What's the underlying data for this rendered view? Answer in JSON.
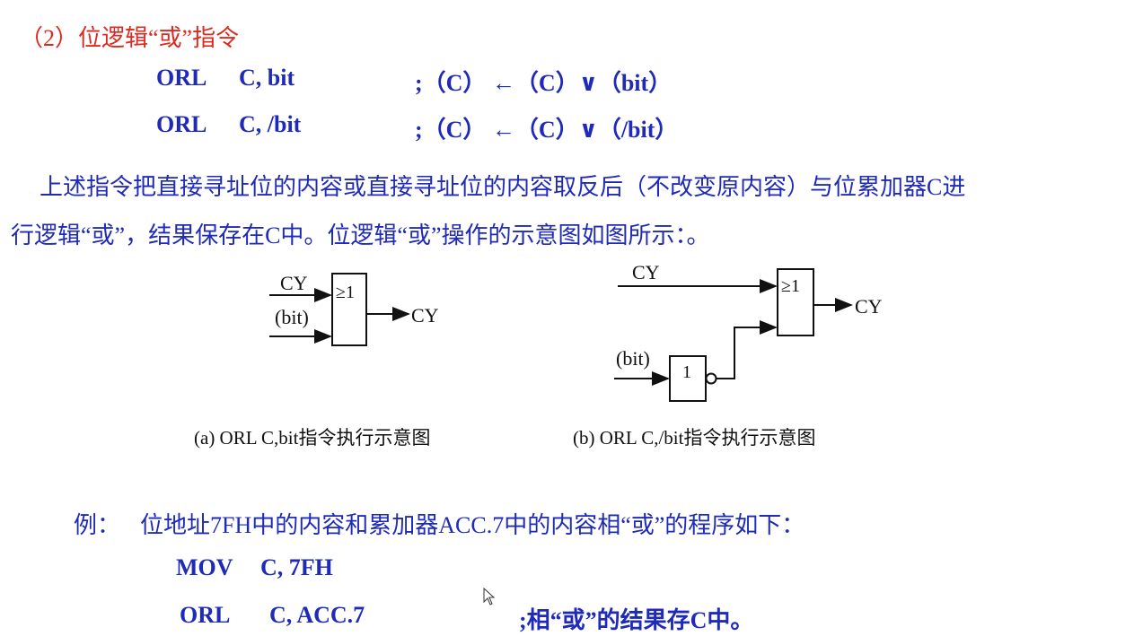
{
  "heading": "（2）位逻辑“或”指令",
  "instructions": [
    {
      "mnemonic": "ORL",
      "operands": "C,  bit",
      "comment": ";（C） ←（C）∨（bit）"
    },
    {
      "mnemonic": "ORL",
      "operands": "C,  /bit",
      "comment": ";（C） ←（C）∨（/bit）"
    }
  ],
  "description": {
    "line1": "上述指令把直接寻址位的内容或直接寻址位的内容取反后（不改变原内容）与位累加器C进",
    "line2": "行逻辑“或”，结果保存在C中。位逻辑“或”操作的示意图如图所示：。"
  },
  "diagram_a": {
    "input1": "CY",
    "input2": "(bit)",
    "gate": "≥1",
    "output": "CY",
    "caption": "(a) ORL C,bit指令执行示意图"
  },
  "diagram_b": {
    "input1": "CY",
    "input2": "(bit)",
    "gate_not": "1",
    "gate_or": "≥1",
    "output": "CY",
    "caption": "(b) ORL C,/bit指令执行示意图"
  },
  "example": {
    "label": "例：",
    "text": "位地址7FH中的内容和累加器ACC.7中的内容相“或”的程序如下：",
    "lines": [
      {
        "mnemonic": "MOV",
        "operands": "C,  7FH",
        "comment": ""
      },
      {
        "mnemonic": "ORL",
        "operands": "C,  ACC.7",
        "comment": ";相“或”的结果存C中。"
      }
    ]
  },
  "colors": {
    "heading": "#e0281e",
    "code": "#1f2bb8",
    "diagram": "#111111"
  }
}
